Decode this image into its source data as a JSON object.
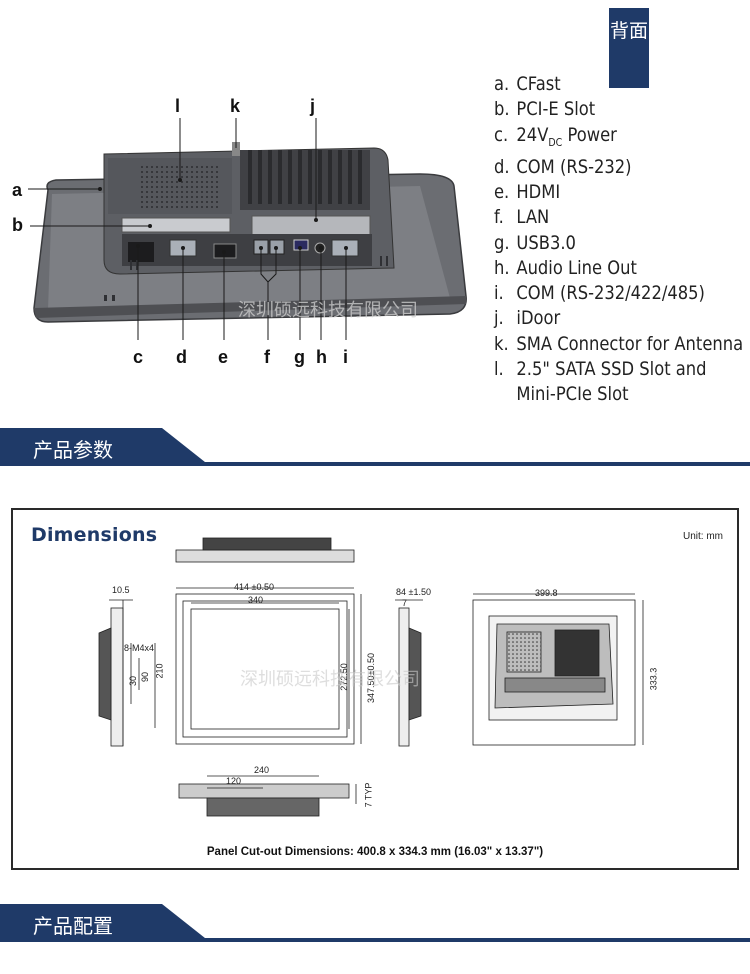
{
  "rear_view": {
    "tag": "背面",
    "callouts_left": [
      "a",
      "b"
    ],
    "callouts_top": [
      "l",
      "k",
      "j"
    ],
    "callouts_bottom": [
      "c",
      "d",
      "e",
      "f",
      "g",
      "h",
      "i"
    ],
    "features": [
      {
        "key": "a.",
        "text": "CFast"
      },
      {
        "key": "b.",
        "text": "PCI-E Slot"
      },
      {
        "key": "c.",
        "text": "24V",
        "sub": "DC",
        "after": " Power"
      },
      {
        "key": "d.",
        "text": "COM (RS-232)"
      },
      {
        "key": "e.",
        "text": "HDMI"
      },
      {
        "key": "f.",
        "text": "LAN"
      },
      {
        "key": "g.",
        "text": "USB3.0"
      },
      {
        "key": "h.",
        "text": "Audio Line Out"
      },
      {
        "key": "i.",
        "text": "COM (RS-232/422/485)"
      },
      {
        "key": "j.",
        "text": "iDoor"
      },
      {
        "key": "k.",
        "text": "SMA Connector for Antenna"
      },
      {
        "key": "l.",
        "text": "2.5\" SATA SSD Slot and"
      },
      {
        "key": "",
        "text": "Mini-PCIe Slot"
      }
    ],
    "watermark": "深圳硕远科技有限公司"
  },
  "sections": {
    "specs": "产品参数",
    "config": "产品配置"
  },
  "dimensions": {
    "title": "Dimensions",
    "unit": "Unit: mm",
    "side_depth": "10.5",
    "side_vesa": "8-M4x4",
    "side_30": "30",
    "side_90": "90",
    "side_210": "210",
    "front_width": "414 ±0.50",
    "front_inner_width": "340",
    "front_inner_height": "272.50",
    "front_height": "347.50±0.50",
    "side2_depth": "84 ±1.50",
    "side2_7": "7",
    "rear_width": "399.8",
    "rear_height": "333.3",
    "bottom_240": "240",
    "bottom_120": "120",
    "bottom_typ": "7 TYP",
    "cutout": "Panel Cut-out Dimensions: 400.8 x 334.3 mm (16.03\" x 13.37\")",
    "watermark": "深圳硕远科技有限公司"
  }
}
